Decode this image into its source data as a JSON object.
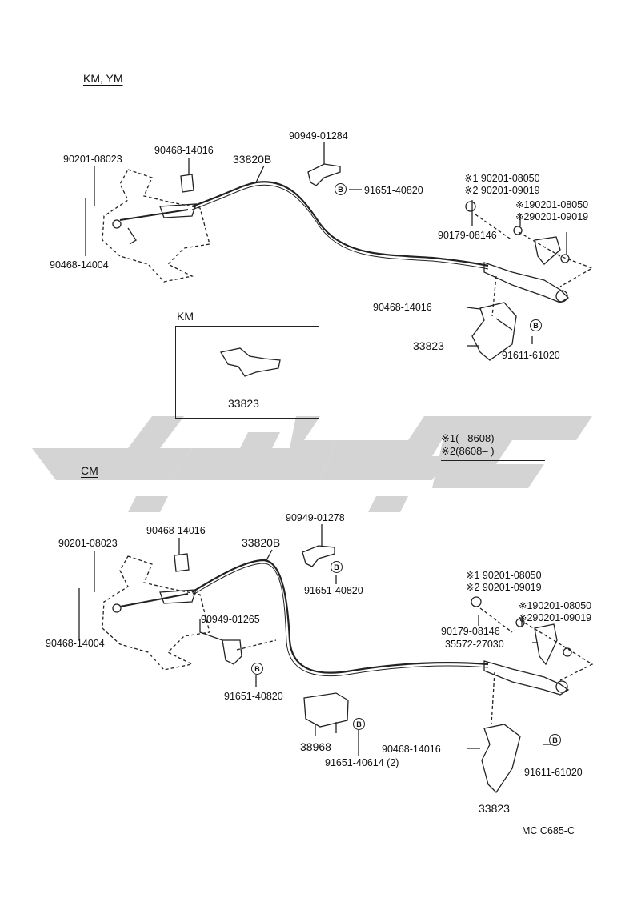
{
  "sections": {
    "top_title": "KM, YM",
    "inset_title": "KM",
    "bottom_title": "CM"
  },
  "legend": {
    "row1_mark": "※1",
    "row1_range": "(      –8608)",
    "row2_mark": "※2",
    "row2_range": "(8608–       )"
  },
  "top_parts": {
    "p90201_08023": "90201-08023",
    "p90468_14016_a": "90468-14016",
    "p33820b": "33820B",
    "p90949_01284": "90949-01284",
    "p91651_40820": "91651-40820",
    "p90468_14004": "90468-14004",
    "p_s1_90201_08050_a": "※1 90201-08050",
    "p_s2_90201_09019_a": "※2 90201-09019",
    "p_s1_90201_08050_b": "※190201-08050",
    "p_s2_90201_09019_b": "※290201-09019",
    "p90179_08146": "90179-08146",
    "p90468_14016_b": "90468-14016",
    "p33823": "33823",
    "p91611_61020": "91611-61020",
    "inset_33823": "33823"
  },
  "bottom_parts": {
    "p90201_08023": "90201-08023",
    "p90468_14016_a": "90468-14016",
    "p33820b": "33820B",
    "p90949_01278": "90949-01278",
    "p91651_40820_a": "91651-40820",
    "p90949_01265": "90949-01265",
    "p90468_14004": "90468-14004",
    "p91651_40820_b": "91651-40820",
    "p38968": "38968",
    "p91651_40614": "91651-40614 (2)",
    "p_s1_90201_08050_a": "※1 90201-08050",
    "p_s2_90201_09019_a": "※2 90201-09019",
    "p_s1_90201_08050_b": "※190201-08050",
    "p_s2_90201_09019_b": "※290201-09019",
    "p90179_08146": "90179-08146",
    "p35572_27030": "35572-27030",
    "p90468_14016_b": "90468-14016",
    "p91611_61020": "91611-61020",
    "p33823": "33823"
  },
  "bolt_mark": "B",
  "figure_code": "MC  C685-C",
  "colors": {
    "line": "#222222",
    "watermark": "#cfcfcf"
  }
}
